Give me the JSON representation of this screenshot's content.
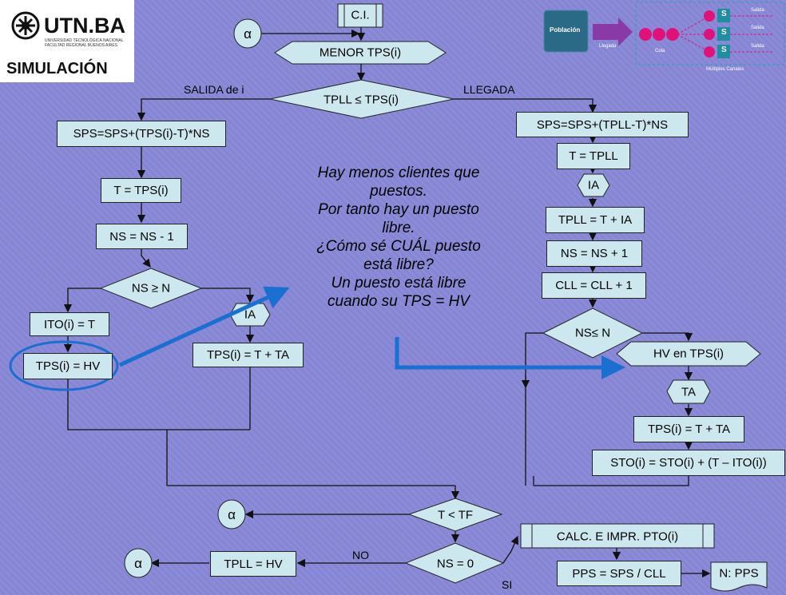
{
  "header": {
    "logo_text": "UTN.BA",
    "logo_subtext": "UNIVERSIDAD TECNOLÓGICA NACIONAL FACULTAD REGIONAL BUENOS AIRES",
    "title": "SIMULACIÓN"
  },
  "mini_diagram": {
    "poblacion": "Población",
    "llegada": "Llegada",
    "cola": "Cola",
    "server": "S",
    "salida": "Salida",
    "multiples": "Múltiples Canales"
  },
  "flow": {
    "ci": "C.I.",
    "alpha": "α",
    "menor": "MENOR TPS(i)",
    "cond_tpll": "TPLL ≤ TPS(i)",
    "salida_label": "SALIDA de i",
    "llegada_label": "LLEGADA",
    "left": {
      "sps": "SPS=SPS+(TPS(i)-T)*NS",
      "t": "T = TPS(i)",
      "ns": "NS = NS - 1",
      "cond": "NS ≥ N",
      "ito": "ITO(i) = T",
      "tps_hv": "TPS(i) = HV",
      "ia": "IA",
      "tps_ta": "TPS(i) = T + TA"
    },
    "right": {
      "sps": "SPS=SPS+(TPLL-T)*NS",
      "t": "T = TPLL",
      "ia": "IA",
      "tpll": "TPLL = T + IA",
      "ns": "NS = NS + 1",
      "cll": "CLL = CLL + 1",
      "cond": "NS≤ N",
      "hv": "HV en TPS(i)",
      "ta": "TA",
      "tps_ta": "TPS(i) = T + TA",
      "sto": "STO(i) = STO(i) + (T – ITO(i))"
    },
    "bottom": {
      "cond_tf": "T < TF",
      "cond_ns0": "NS = 0",
      "tpll_hv": "TPLL = HV",
      "no": "NO",
      "si": "SI",
      "calc": "CALC. E IMPR. PTO(i)",
      "pps": "PPS = SPS / CLL",
      "out": "N: PPS"
    }
  },
  "note_lines": [
    "Hay menos clientes que",
    "puestos.",
    "Por tanto hay un puesto",
    "libre.",
    "¿Cómo sé CUÁL puesto",
    "está libre?",
    "Un puesto está libre",
    "cuando su TPS = HV"
  ],
  "colors": {
    "shape_fill": "#cde7ef",
    "arrow_blue": "#1a6fd0",
    "background": "#8a8ad8"
  }
}
